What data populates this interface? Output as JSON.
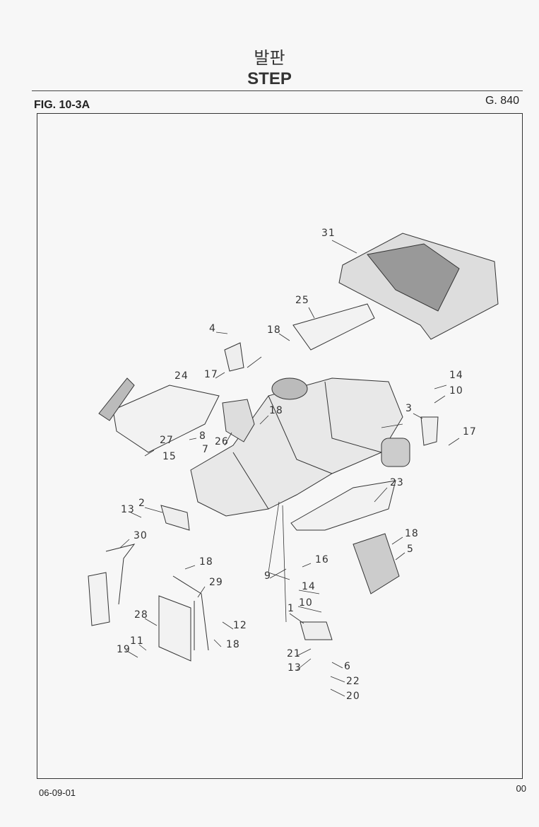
{
  "header": {
    "title_korean": "발판",
    "title_english": "STEP",
    "figure": "FIG. 10-3A",
    "group": "G. 840"
  },
  "footer": {
    "date": "06-09-01",
    "revision": "00"
  },
  "callouts": [
    "31",
    "25",
    "4",
    "18",
    "17",
    "24",
    "14",
    "10",
    "3",
    "17",
    "18",
    "26",
    "8",
    "7",
    "27",
    "15",
    "23",
    "2",
    "13",
    "30",
    "18",
    "5",
    "18",
    "16",
    "9",
    "29",
    "14",
    "10",
    "28",
    "12",
    "1",
    "11",
    "19",
    "18",
    "21",
    "6",
    "13",
    "22",
    "20"
  ]
}
